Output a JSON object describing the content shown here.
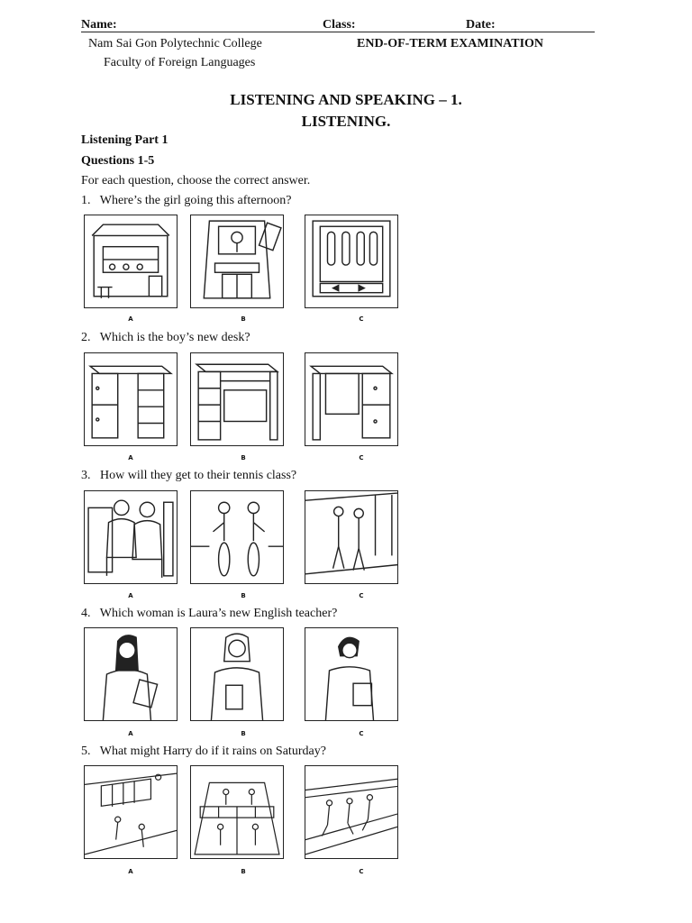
{
  "header": {
    "name_label": "Name:",
    "class_label": "Class:",
    "date_label": "Date:",
    "college": "Nam Sai Gon Polytechnic College",
    "faculty": "Faculty of Foreign Languages",
    "exam": "END-OF-TERM EXAMINATION"
  },
  "title": {
    "line1": "LISTENING AND SPEAKING – 1.",
    "line2": "LISTENING."
  },
  "section": {
    "part": "Listening Part 1",
    "questions": "Questions 1-5",
    "instruction": "For each question, choose the correct answer."
  },
  "questions": [
    {
      "number": "1.",
      "text": "Where’s the girl going this afternoon?",
      "options": [
        "A",
        "B",
        "C"
      ],
      "pictures": [
        "cafe-picture",
        "cinema-picture",
        "shop-window-picture"
      ]
    },
    {
      "number": "2.",
      "text": "Which is the boy’s new desk?",
      "options": [
        "A",
        "B",
        "C"
      ],
      "pictures": [
        "desk-with-shelves-picture",
        "desk-with-drawers-picture",
        "desk-with-side-drawers-picture"
      ]
    },
    {
      "number": "3.",
      "text": "How will they get to their tennis class?",
      "options": [
        "A",
        "B",
        "C"
      ],
      "pictures": [
        "bus-picture",
        "bicycles-picture",
        "walking-picture"
      ]
    },
    {
      "number": "4.",
      "text": "Which woman is Laura’s new English teacher?",
      "options": [
        "A",
        "B",
        "C"
      ],
      "pictures": [
        "woman-long-hair-picture",
        "woman-shoulder-hair-picture",
        "woman-short-hair-picture"
      ]
    },
    {
      "number": "5.",
      "text": "What might Harry do if it rains on Saturday?",
      "options": [
        "A",
        "B",
        "C"
      ],
      "pictures": [
        "volleyball-picture",
        "badminton-picture",
        "running-picture"
      ]
    }
  ]
}
